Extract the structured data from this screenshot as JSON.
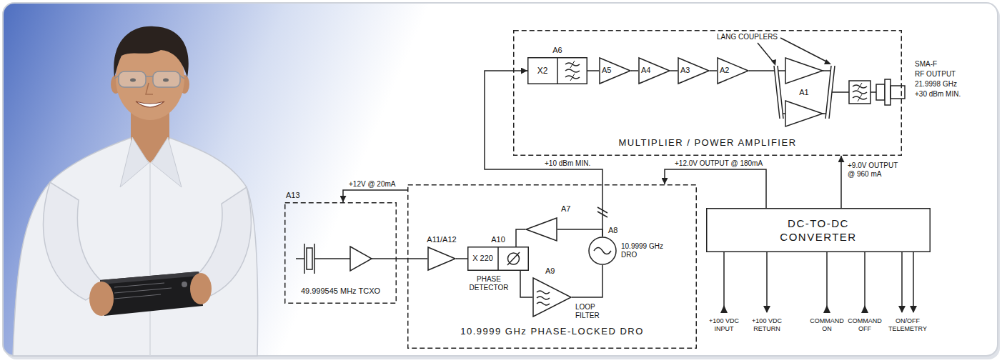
{
  "diagram": {
    "nodes": [
      {
        "text": [
          "MULTIPLIER / POWER AMPLIFIER"
        ]
      },
      {
        "text": [
          "A6",
          "X2"
        ],
        "in": 0
      },
      {
        "text": [
          "A5"
        ],
        "in": 0
      },
      {
        "text": [
          "A4"
        ],
        "in": 0
      },
      {
        "text": [
          "A3"
        ],
        "in": 0
      },
      {
        "text": [
          "A2"
        ],
        "in": 0
      },
      {
        "text": [
          "A1"
        ],
        "in": 0
      },
      {
        "text": [
          "A13",
          "49.999545 MHz TCXO"
        ]
      },
      {
        "text": [
          "10.9999 GHz PHASE-LOCKED DRO"
        ]
      },
      {
        "text": [
          "A11/A12"
        ],
        "in": 8
      },
      {
        "text": [
          "A10",
          "X 220",
          "PHASE DETECTOR"
        ],
        "in": 8
      },
      {
        "text": [
          "A7"
        ],
        "in": 8
      },
      {
        "text": [
          "A8",
          "10.9999 GHz DRO"
        ],
        "in": 8
      },
      {
        "text": [
          "A9",
          "LOOP FILTER"
        ],
        "in": 8
      },
      {
        "text": [
          "DC-TO-DC CONVERTER"
        ]
      }
    ],
    "edges": [
      {
        "from": 1,
        "to": 2,
        "arrow": "none"
      },
      {
        "from": 2,
        "to": 3,
        "arrow": "none"
      },
      {
        "from": 3,
        "to": 4,
        "arrow": "none"
      },
      {
        "from": 4,
        "to": 5,
        "arrow": "none"
      },
      {
        "from": 5,
        "to": 6,
        "arrow": "none"
      },
      {
        "from": 7,
        "to": 9,
        "arrow": "none"
      },
      {
        "from": 9,
        "to": 10,
        "arrow": "none"
      },
      {
        "from": 10,
        "to": 13,
        "arrow": "none"
      },
      {
        "from": 13,
        "to": 12,
        "arrow": "none"
      },
      {
        "from": 12,
        "to": 11,
        "arrow": "none"
      },
      {
        "from": 11,
        "to": 10,
        "arrow": "none"
      },
      {
        "from": 12,
        "to": 1,
        "label": "+10 dBm MIN.",
        "arrow": "to"
      },
      {
        "from": 14,
        "to": 8,
        "label": "+12.0V OUTPUT @ 180mA",
        "arrow": "to"
      },
      {
        "from": 14,
        "to": 0,
        "label": "+9.0V OUTPUT @ 960 mA",
        "arrow": "to"
      },
      {
        "from": 8,
        "to": 7,
        "label": "+12V @ 20mA",
        "arrow": "to"
      }
    ],
    "labels": [
      "LANG COUPLERS",
      "SMA-F",
      "RF OUTPUT",
      "21.9998 GHz",
      "+30 dBm MIN.",
      "+100 VDC INPUT",
      "+100 VDC RETURN",
      "COMMAND ON",
      "COMMAND OFF",
      "ON/OFF TELEMETRY"
    ]
  }
}
